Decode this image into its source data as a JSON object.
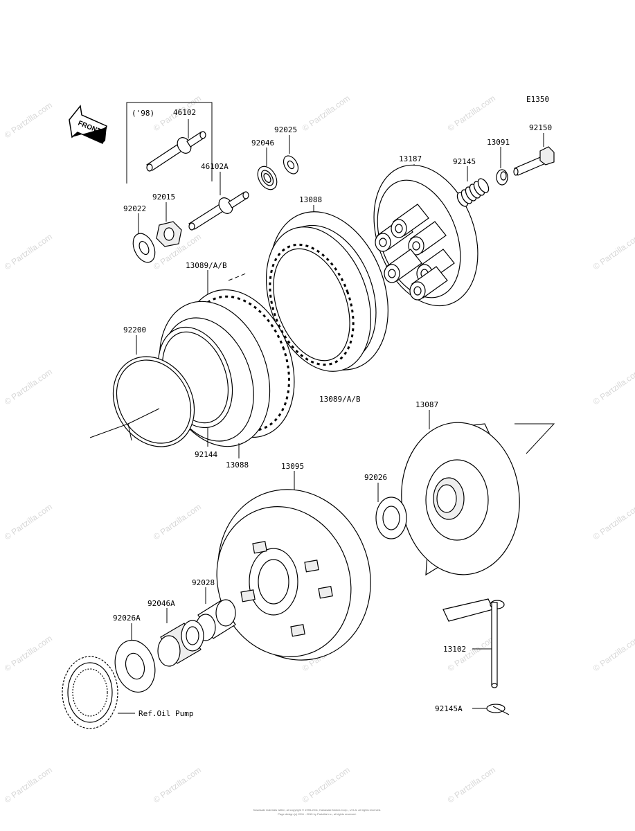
{
  "diagram": {
    "code": "E1350",
    "front_label": "FRONT",
    "variant_note": "('98)",
    "watermark": "© Partzilla.com",
    "footer_line1": "Kawasaki materials within, all copyright © 1995-2011, Kawasaki Motors Corp., U.S.A. All rights reserved.",
    "footer_line2": "Page design (c) 2011 - 2015 by Partzilla Inc., all rights reserved."
  },
  "callouts": {
    "p46102": "46102",
    "p46102a": "46102A",
    "p92046": "92046",
    "p92025": "92025",
    "p92015": "92015",
    "p92022": "92022",
    "p13088_top": "13088",
    "p13089_top": "13089/A/B",
    "p13187": "13187",
    "p92145": "92145",
    "p13091": "13091",
    "p92150": "92150",
    "p92200": "92200",
    "p92144": "92144",
    "p13088_bot": "13088",
    "p13089_bot": "13089/A/B",
    "p13087": "13087",
    "p13095": "13095",
    "p92026": "92026",
    "p92028": "92028",
    "p92046a": "92046A",
    "p92026a": "92026A",
    "p13102": "13102",
    "p92145a": "92145A",
    "ref_oil_pump": "Ref.Oil Pump"
  }
}
